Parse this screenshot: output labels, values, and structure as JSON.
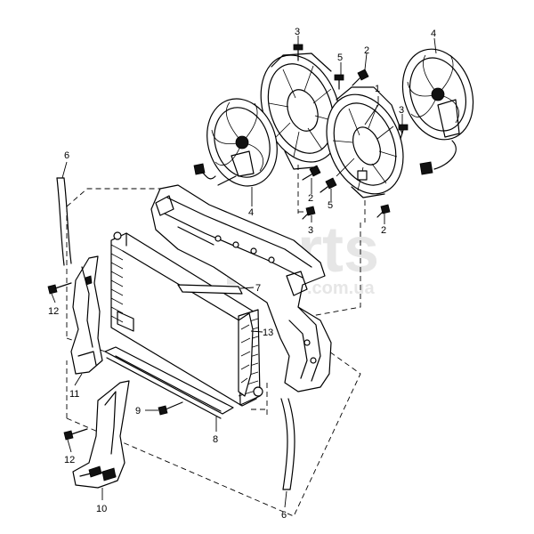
{
  "watermark": {
    "big": "parts",
    "small": ".com.ua"
  },
  "callouts": {
    "c1": "1",
    "c2a": "2",
    "c2b": "2",
    "c2c": "2",
    "c3a": "3",
    "c3b": "3",
    "c3c": "3",
    "c4a": "4",
    "c4b": "4",
    "c5a": "5",
    "c5b": "5",
    "c6a": "6",
    "c6b": "6",
    "c7": "7",
    "c8": "8",
    "c9": "9",
    "c10": "10",
    "c11": "11",
    "c12a": "12",
    "c12b": "12",
    "c13": "13"
  }
}
